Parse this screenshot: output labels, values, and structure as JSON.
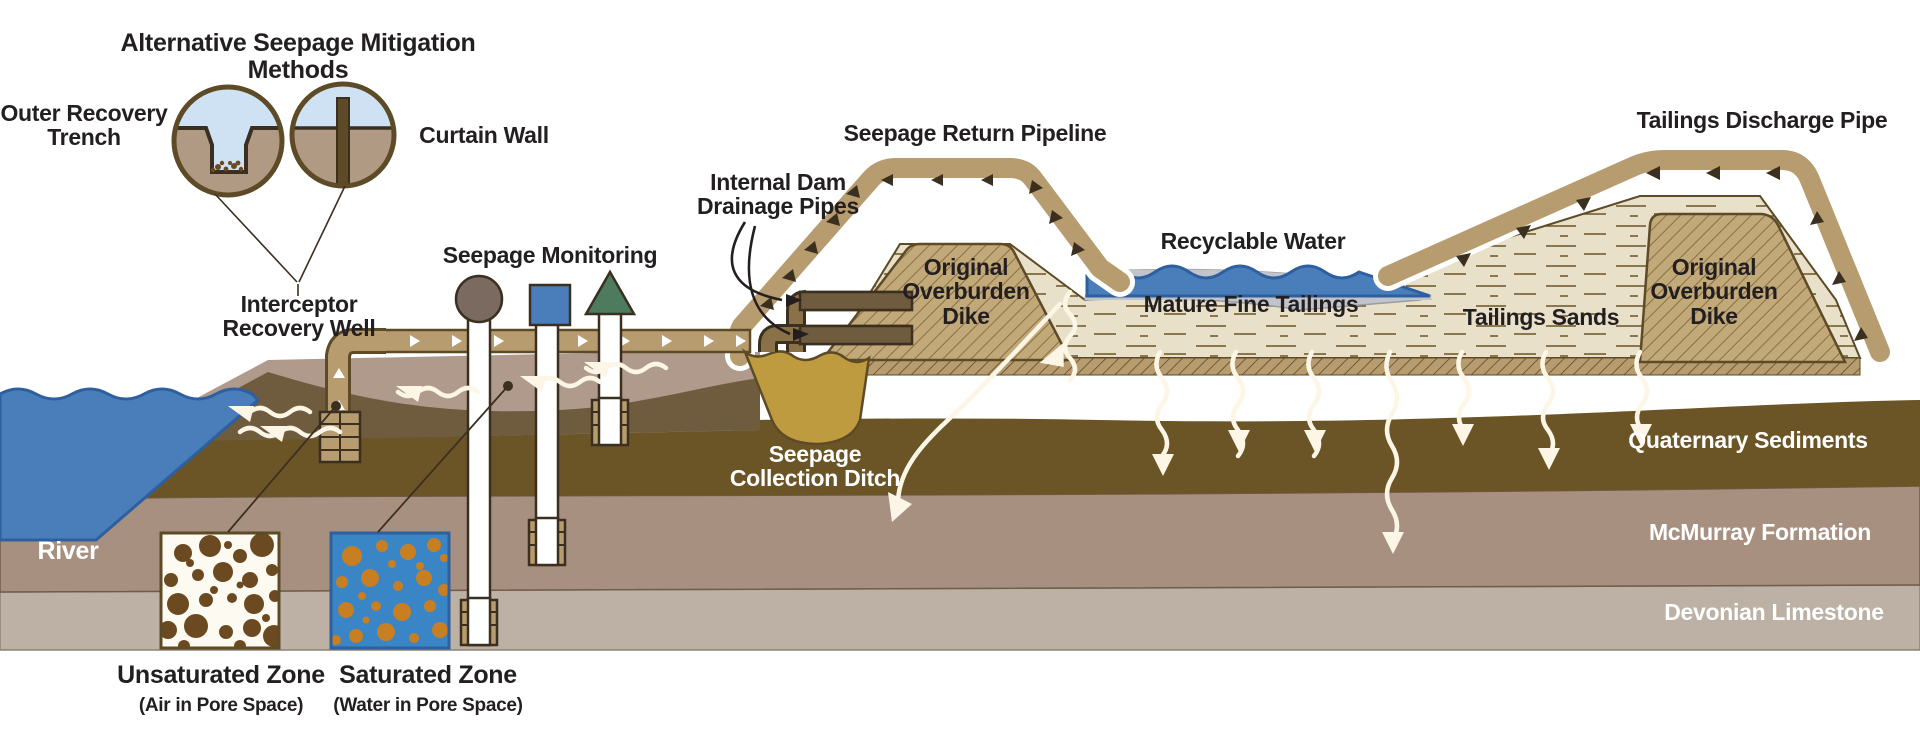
{
  "diagram": {
    "title": "Alternative Seepage Mitigation Methods",
    "background": "#ffffff"
  },
  "inset_panel": {
    "heading": "Alternative Seepage Mitigation Methods",
    "items": [
      {
        "label": "Outer Recovery\nTrench",
        "icon": "trench-circle-icon"
      },
      {
        "label": "Curtain Wall",
        "icon": "curtain-wall-circle-icon"
      }
    ],
    "callout_label": "Interceptor\nRecovery Well"
  },
  "labels": {
    "seepage_monitoring": "Seepage Monitoring",
    "internal_dam_drainage_pipes": "Internal Dam\nDrainage Pipes",
    "seepage_return_pipeline": "Seepage Return Pipeline",
    "tailings_discharge_pipe": "Tailings Discharge Pipe",
    "recyclable_water": "Recyclable Water",
    "mature_fine_tailings": "Mature Fine Tailings",
    "tailings_sands": "Tailings Sands",
    "original_overburden_dike_left": "Original\nOverburden\nDike",
    "original_overburden_dike_right": "Original\nOverburden\nDike",
    "seepage_collection_ditch": "Seepage\nCollection Ditch",
    "river": "River",
    "quaternary_sediments": "Quaternary Sediments",
    "mcmurray_formation": "McMurray Formation",
    "devonian_limestone": "Devonian Limestone"
  },
  "legend": {
    "items": [
      {
        "title": "Unsaturated Zone",
        "subtitle": "(Air in Pore Space)",
        "swatch": "unsaturated-zone-swatch"
      },
      {
        "title": "Saturated Zone",
        "subtitle": "(Water in Pore Space)",
        "swatch": "saturated-zone-swatch"
      }
    ]
  },
  "monitoring_markers": [
    {
      "name": "circle-marker",
      "shape": "circle",
      "color": "#7b6a60"
    },
    {
      "name": "square-marker",
      "shape": "square",
      "color": "#4a7ebb"
    },
    {
      "name": "triangle-marker",
      "shape": "triangle",
      "color": "#4e7a5e"
    }
  ],
  "colors": {
    "water_blue": "#4a7ebb",
    "water_blue_dark": "#2e5f9e",
    "mft_grey": "#c2c4cb",
    "quaternary_brown": "#6b5426",
    "mcmurray_tan": "#a89080",
    "devonian_grey": "#bcb1a4",
    "upper_soil": "#b09a8b",
    "dark_soil": "#6f5c3e",
    "pipe_tan": "#b79c6f",
    "pipe_outline": "#6b5426",
    "dike_tan": "#c2a97a",
    "tailings_sand": "#e6ddc3",
    "ditch_gold": "#bd9b3e",
    "outline": "#3b2f20"
  }
}
